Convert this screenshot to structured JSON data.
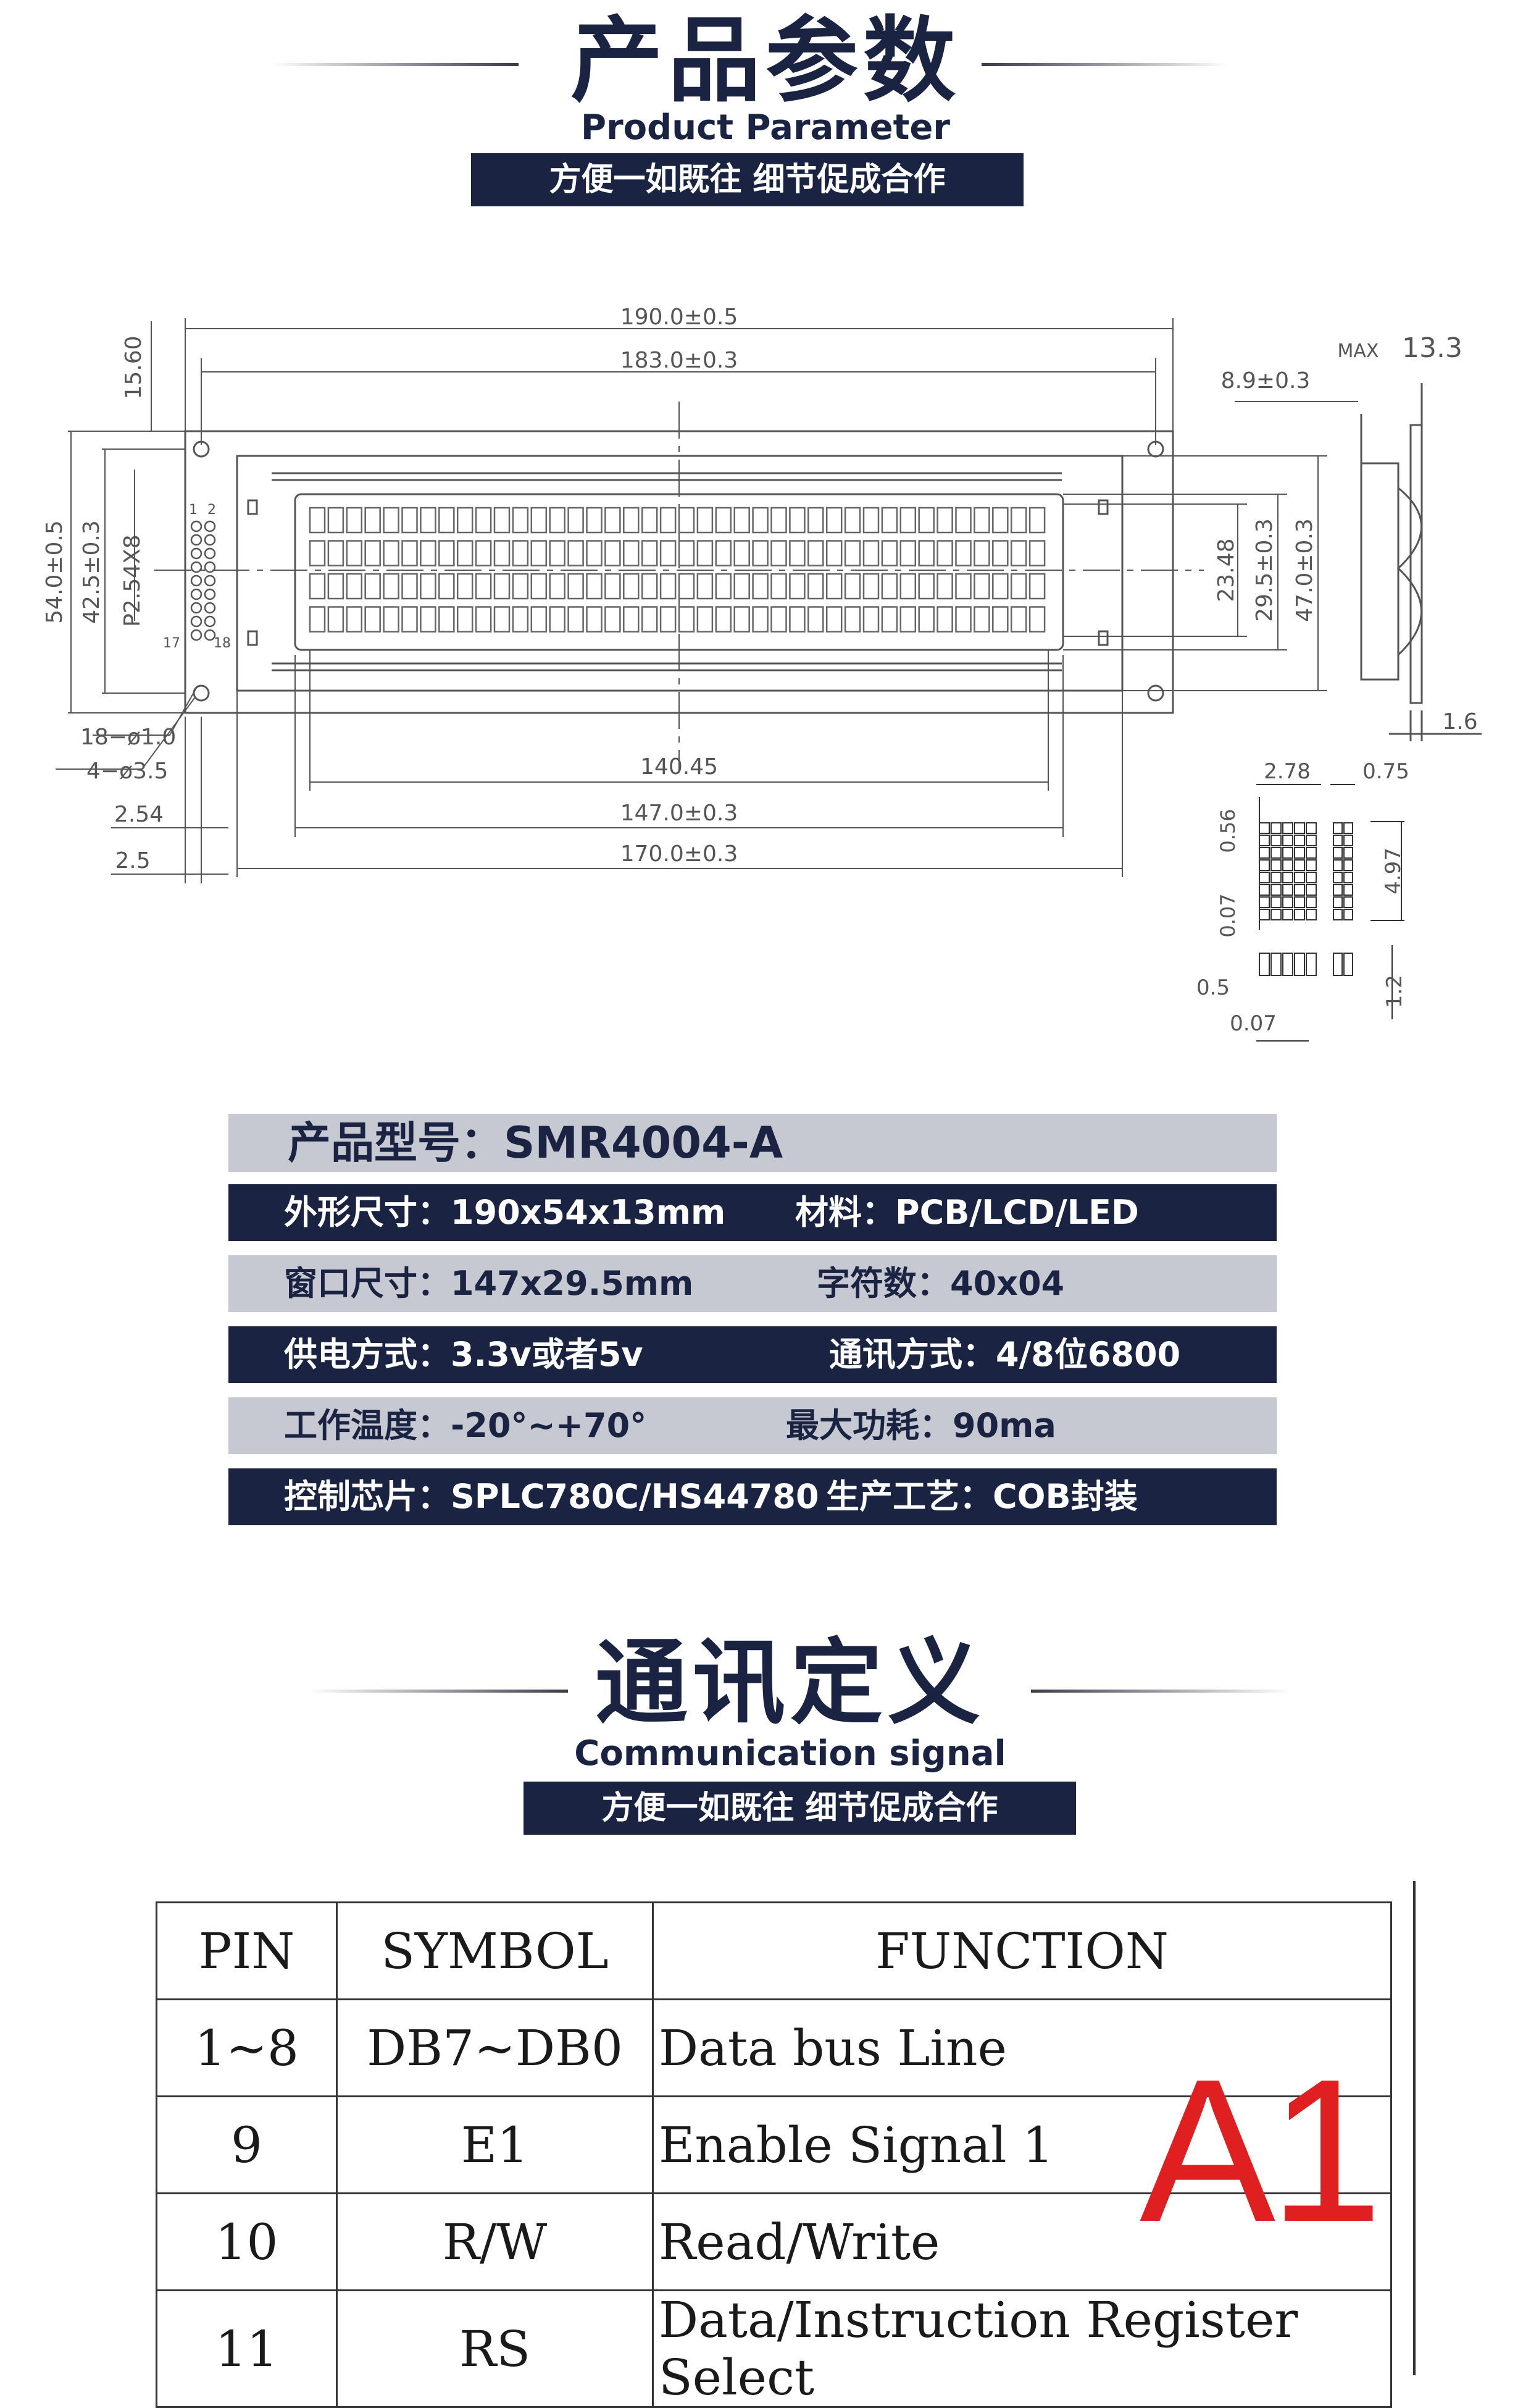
{
  "sections": {
    "product": {
      "title_zh": "产品参数",
      "title_en": "Product Parameter",
      "slogan": "方便一如既往  细节促成合作"
    },
    "comm": {
      "title_zh": "通讯定义",
      "title_en": "Communication signal",
      "slogan": "方便一如既往  细节促成合作"
    }
  },
  "drawing": {
    "dims": {
      "outer_width": "190.0±0.5",
      "pcb_hole_span": "183.0±0.3",
      "hole_offset": "15.60",
      "outer_height": "54.0±0.5",
      "hole_pitch_v": "42.5±0.3",
      "pin_pitch": "P2.54X8",
      "pin_holes": "18−ø1.0",
      "mount_holes": "4−ø3.5",
      "pin_offset_1": "2.54",
      "pin_offset_2": "2.5",
      "active_width": "140.45",
      "view_width": "147.0±0.3",
      "bezel_width": "170.0±0.3",
      "active_height": "23.48",
      "view_height": "29.5±0.3",
      "bezel_height": "47.0±0.3",
      "side_depth": "8.9±0.3",
      "max_label": "MAX",
      "max_thickness": "13.3",
      "pcb_thickness": "1.6",
      "char_width": "2.78",
      "char_gap_h": "0.75",
      "dot_size": "0.56",
      "dot_gap": "0.07",
      "char_height": "4.97",
      "cursor_height": "1.2",
      "dot_pitch_h": "0.5",
      "dot_gap_h": "0.07"
    },
    "pin_labels": {
      "p1": "1",
      "p2": "2",
      "p17": "17",
      "p18": "18"
    }
  },
  "spec": {
    "model": "产品型号：SMR4004-A",
    "rows": [
      {
        "left": "外形尺寸：190x54x13mm",
        "right": "材料：PCB/LCD/LED"
      },
      {
        "left": "窗口尺寸：147x29.5mm",
        "right": "字符数：40x04"
      },
      {
        "left": "供电方式：3.3v或者5v",
        "right": "通讯方式：4/8位6800"
      },
      {
        "left": "工作温度：-20°~+70°",
        "right": "最大功耗：90ma"
      },
      {
        "left": "控制芯片：SPLC780C/HS44780",
        "right": "生产工艺：COB封装"
      }
    ]
  },
  "pin_table": {
    "headers": [
      "PIN",
      "SYMBOL",
      "FUNCTION"
    ],
    "rows": [
      [
        "1~8",
        "DB7~DB0",
        "Data bus Line"
      ],
      [
        "9",
        "E1",
        "Enable Signal 1"
      ],
      [
        "10",
        "R/W",
        "Read/Write"
      ],
      [
        "11",
        "RS",
        "Data/Instruction Register Select"
      ]
    ]
  },
  "overlay": "A1",
  "colors": {
    "navy": "#1b2342",
    "band_light": "#c7c9d2",
    "overlay_red": "#e02020"
  }
}
